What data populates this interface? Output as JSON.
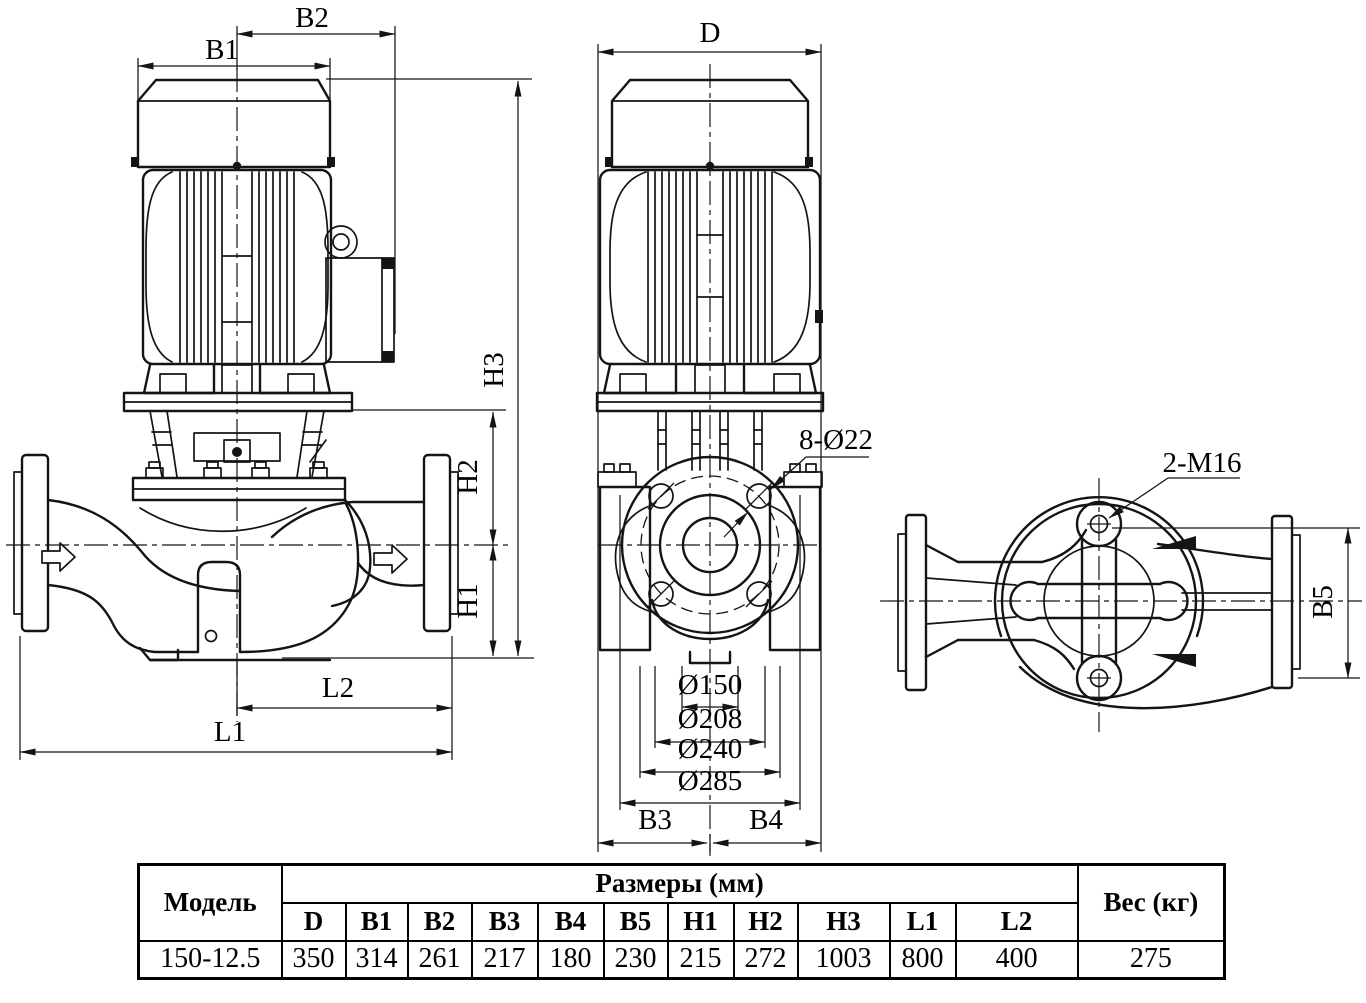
{
  "drawing": {
    "side_view": {
      "b1": "B1",
      "b2": "B2",
      "h1": "H1",
      "h2": "H2",
      "h3": "H3",
      "l1": "L1",
      "l2": "L2"
    },
    "front_view": {
      "d": "D",
      "bolt_holes": "8-Ø22",
      "dia150": "Ø150",
      "dia208": "Ø208",
      "dia240": "Ø240",
      "dia285": "Ø285",
      "b3": "B3",
      "b4": "B4"
    },
    "top_view": {
      "tapped_holes": "2-M16",
      "b5": "B5"
    }
  },
  "table": {
    "model_header": "Модель",
    "dims_header": "Размеры (мм)",
    "weight_header": "Вес (кг)",
    "columns": [
      "D",
      "B1",
      "B2",
      "B3",
      "B4",
      "B5",
      "H1",
      "H2",
      "H3",
      "L1",
      "L2"
    ],
    "row": {
      "model": "150-12.5",
      "values": [
        "350",
        "314",
        "261",
        "217",
        "180",
        "230",
        "215",
        "272",
        "1003",
        "800",
        "400"
      ],
      "weight": "275"
    }
  },
  "colors": {
    "line": "#141414",
    "background": "#ffffff"
  }
}
